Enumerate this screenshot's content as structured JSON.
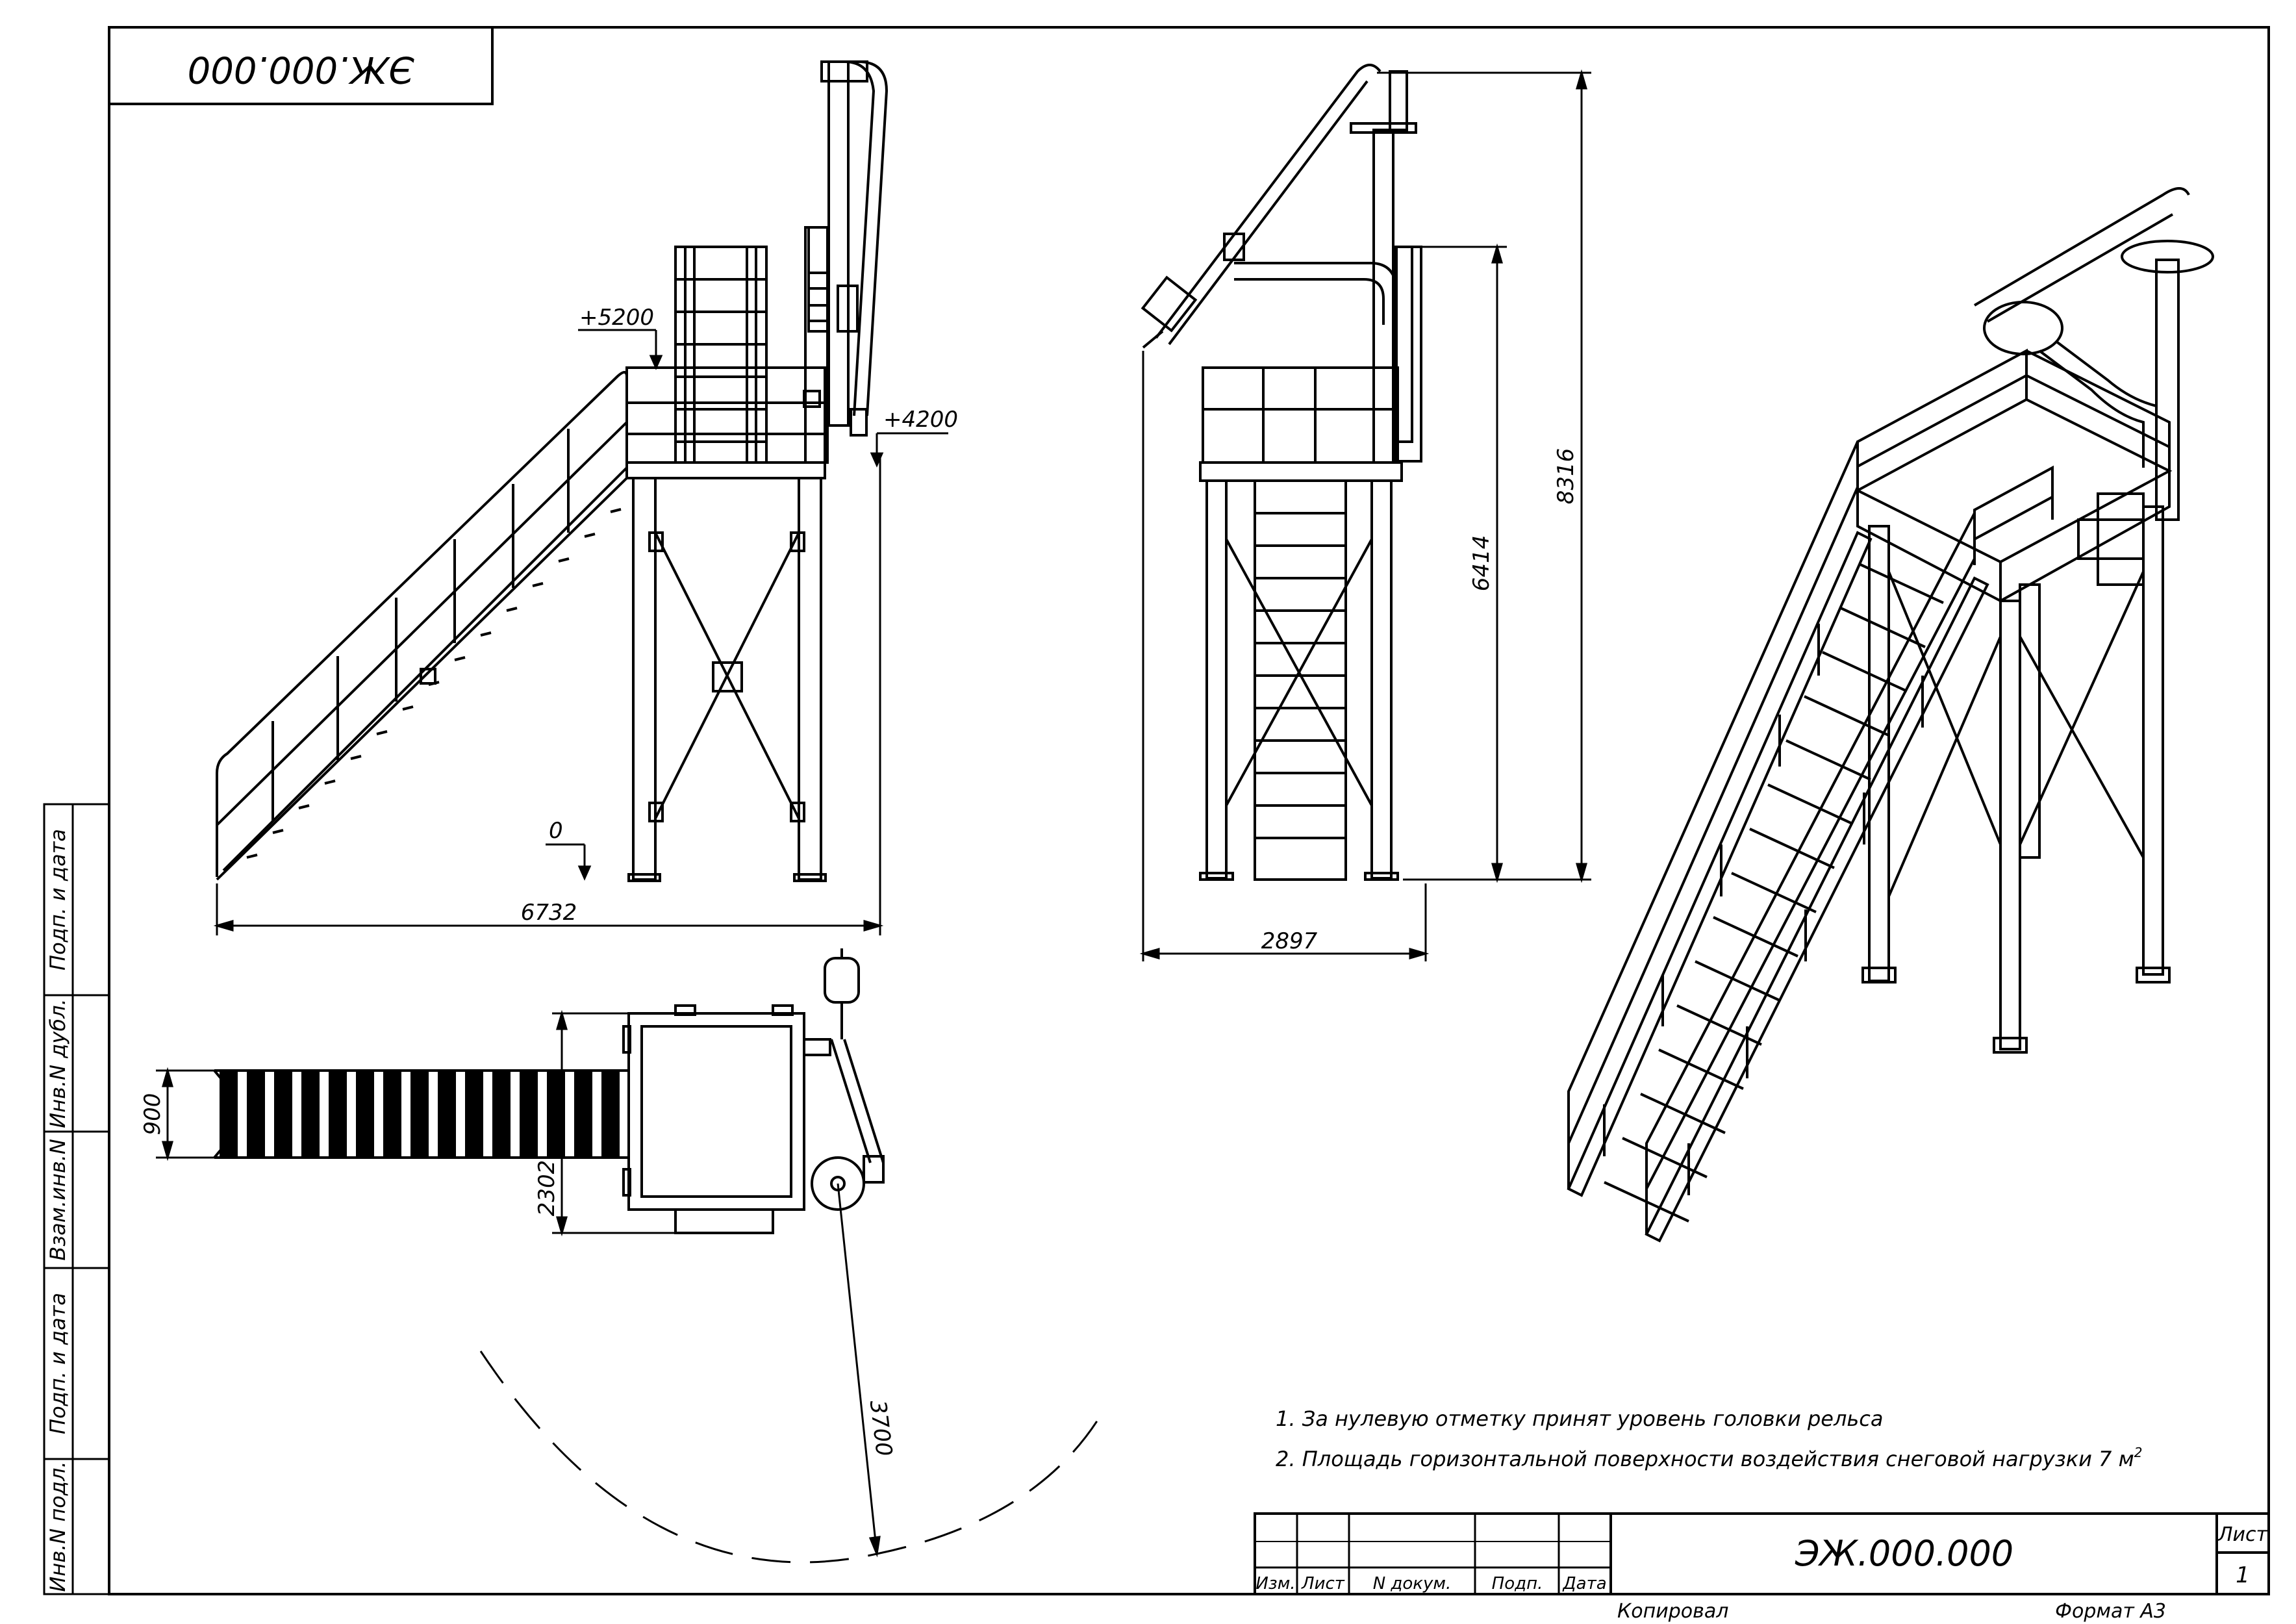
{
  "stamp_top": {
    "code_mirrored": "ЭЖ.000.000"
  },
  "side_strip": {
    "labels": [
      "Подп. и дата",
      "Инв.N дубл.",
      "Взам.инв.N",
      "Подп. и дата",
      "Инв.N подл."
    ]
  },
  "side_view": {
    "dims": {
      "total_length": "6732",
      "level_top": "+5200",
      "level_mid": "+4200",
      "level_zero": "0"
    }
  },
  "front_view": {
    "dims": {
      "width": "2897",
      "height_platform": "6414",
      "height_total": "8316"
    }
  },
  "plan_view": {
    "dims": {
      "stair_width": "900",
      "platform_depth": "2302",
      "boom_radius": "3700"
    }
  },
  "notes": [
    "1.  За нулевую отметку принят уровень головки рельса",
    "2.  Площадь горизонтальной поверхности воздействия снеговой нагрузки 7 м"
  ],
  "notes_superscript": "2",
  "title_block": {
    "code": "ЭЖ.000.000",
    "sheet_label": "Лист",
    "sheet_number": "1",
    "columns": [
      "Изм.",
      "Лист",
      "N докум.",
      "Подп.",
      "Дата"
    ],
    "copied": "Копировал",
    "format": "Формат А3"
  },
  "colors": {
    "ink": "#000000",
    "paper": "#ffffff"
  }
}
